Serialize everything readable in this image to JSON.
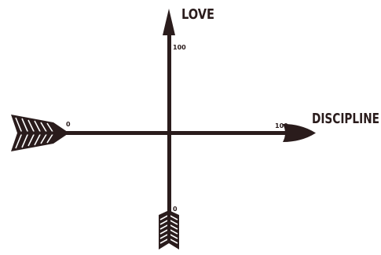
{
  "diagram": {
    "colors": {
      "ink": "#2a1c1c",
      "background": "#ffffff"
    },
    "vertical_axis": {
      "label": "LOVE",
      "max_label": "100",
      "min_label": "0",
      "arrowhead": "triangle-arrowhead",
      "fletching": "feather-fletching"
    },
    "horizontal_axis": {
      "label": "DISCIPLINE",
      "max_label": "100",
      "min_label": "0",
      "arrowhead": "rounded-arrowhead",
      "fletching": "feather-fletching"
    }
  }
}
